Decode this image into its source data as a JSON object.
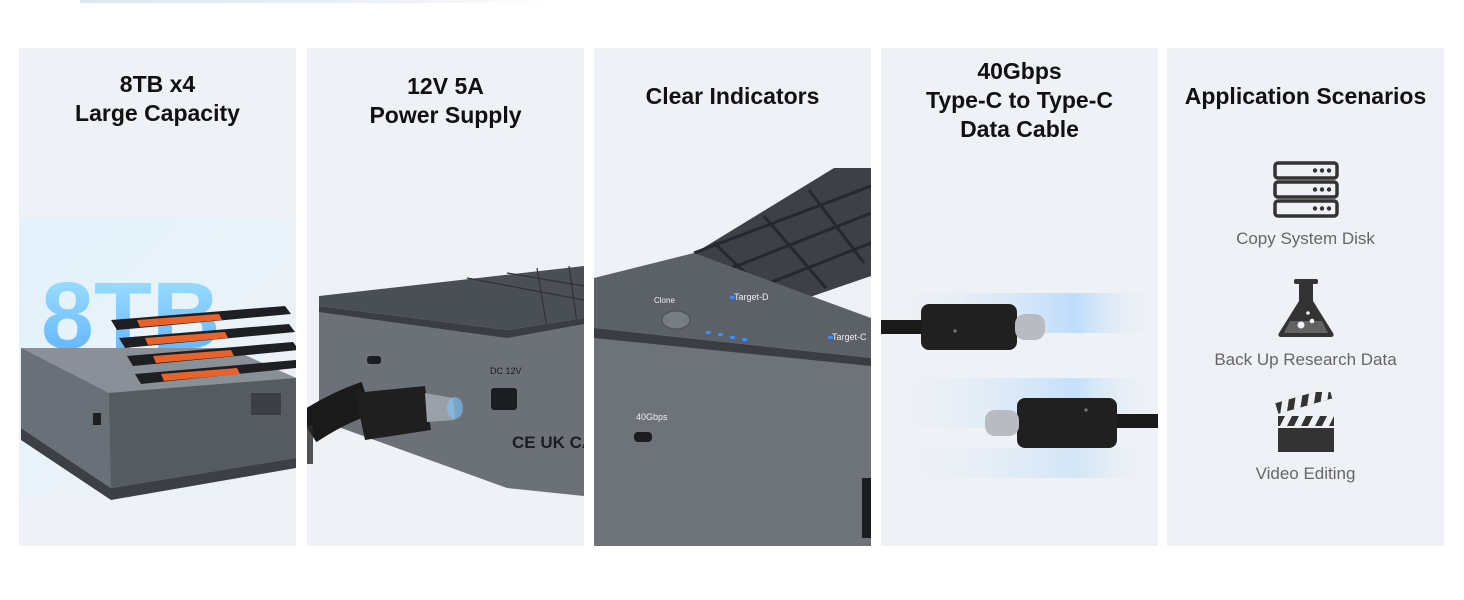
{
  "panels": [
    {
      "title_lines": [
        "8TB x4",
        "Large Capacity"
      ],
      "badge_text": "8TB"
    },
    {
      "title_lines": [
        "12V 5A",
        "Power Supply"
      ],
      "port_label": "DC 12V",
      "cert_marks": "CE UK CA FC"
    },
    {
      "title_lines": [
        "Clear Indicators"
      ],
      "label_target": "Target-D",
      "label_target2": "Target-C",
      "label_clone": "Clone",
      "label_speed": "40Gbps"
    },
    {
      "title_lines": [
        "40Gbps",
        "Type-C to Type-C",
        "Data Cable"
      ]
    },
    {
      "title_lines": [
        "Application Scenarios"
      ],
      "scenarios": [
        {
          "label": "Copy System Disk",
          "icon": "server-icon"
        },
        {
          "label": "Back Up Research Data",
          "icon": "flask-icon"
        },
        {
          "label": "Video Editing",
          "icon": "clapperboard-icon"
        }
      ]
    }
  ],
  "colors": {
    "panel_bg": "#eef1f5",
    "device_grey": "#5b6068",
    "device_dark": "#2e3237",
    "accent_orange": "#e8622a",
    "indicator_blue": "#3d8bff",
    "icon_dark": "#333333"
  }
}
